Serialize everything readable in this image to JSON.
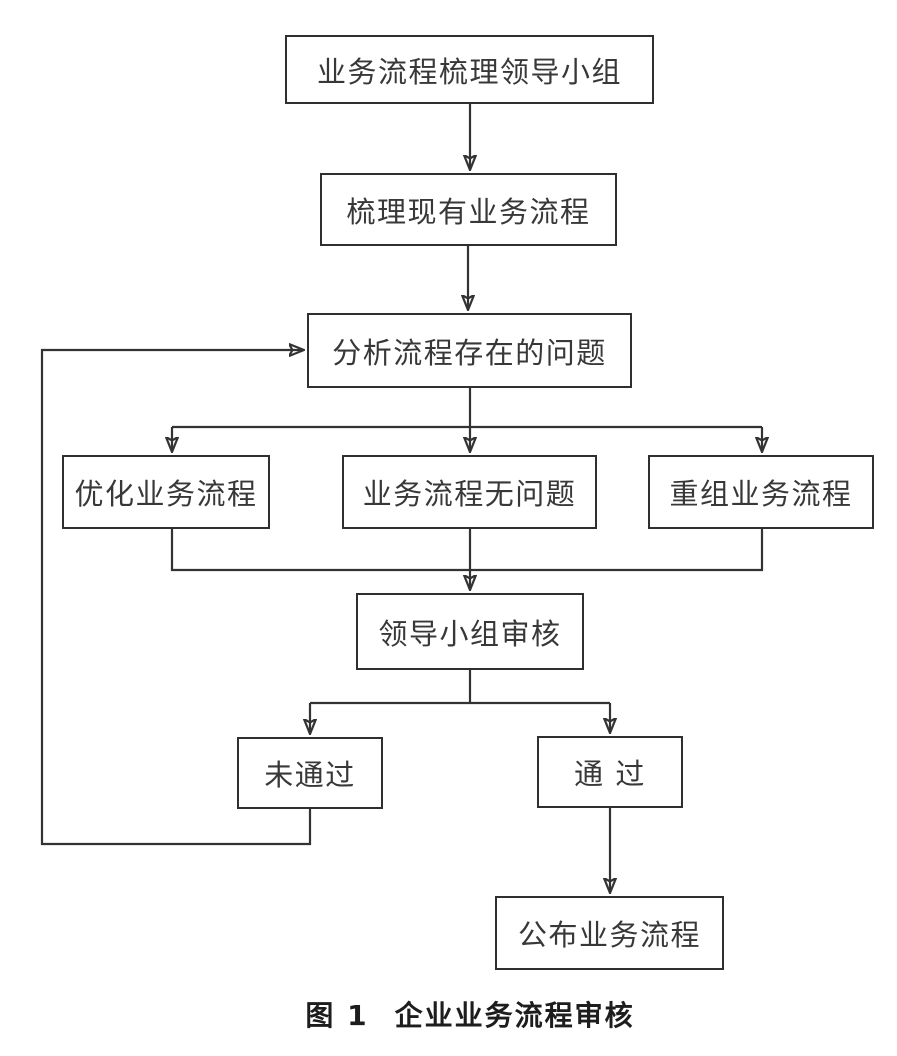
{
  "diagram": {
    "type": "flowchart",
    "nodes": [
      {
        "id": "leading-group",
        "label": "业务流程梳理领导小组"
      },
      {
        "id": "sort-existing",
        "label": "梳理现有业务流程"
      },
      {
        "id": "analyze",
        "label": "分析流程存在的问题"
      },
      {
        "id": "optimize",
        "label": "优化业务流程"
      },
      {
        "id": "no-problem",
        "label": "业务流程无问题"
      },
      {
        "id": "reorganize",
        "label": "重组业务流程"
      },
      {
        "id": "leader-review",
        "label": "领导小组审核"
      },
      {
        "id": "not-passed",
        "label": "未通过"
      },
      {
        "id": "passed",
        "label": "通 过"
      },
      {
        "id": "publish",
        "label": "公布业务流程"
      }
    ],
    "edges": [
      {
        "from": "leading-group",
        "to": "sort-existing"
      },
      {
        "from": "sort-existing",
        "to": "analyze"
      },
      {
        "from": "analyze",
        "to": "optimize"
      },
      {
        "from": "analyze",
        "to": "no-problem"
      },
      {
        "from": "analyze",
        "to": "reorganize"
      },
      {
        "from": "optimize",
        "to": "leader-review"
      },
      {
        "from": "no-problem",
        "to": "leader-review"
      },
      {
        "from": "reorganize",
        "to": "leader-review"
      },
      {
        "from": "leader-review",
        "to": "not-passed"
      },
      {
        "from": "leader-review",
        "to": "passed"
      },
      {
        "from": "not-passed",
        "to": "analyze"
      },
      {
        "from": "passed",
        "to": "publish"
      }
    ],
    "caption": {
      "figure_label": "图 1",
      "title": "企业业务流程审核"
    },
    "colors": {
      "line": "#333333",
      "box_border": "#2f2f2f",
      "text": "#383838",
      "background": "#ffffff"
    }
  }
}
